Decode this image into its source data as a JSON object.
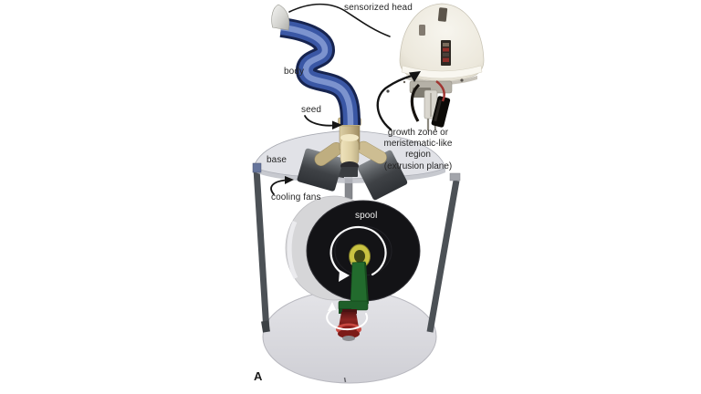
{
  "panel": {
    "label": "A"
  },
  "annotations": {
    "sensorized_head": "sensorized head",
    "body": "body",
    "seed": "seed",
    "base": "base",
    "cooling_fans": "cooling fans",
    "spool": "spool",
    "growth_zone": {
      "l1": "growth zone or",
      "l2": "meristematic-like",
      "l3": "region",
      "l4": "(extrusion plane)"
    }
  },
  "icons": {
    "sensorized_head_leader": "curved-leader-line",
    "seed_leader": "curved-arrow",
    "cooling_fans_leader": "curved-arrow",
    "growth_zone_arrow": "curved-arrow",
    "spool_rotation": "circular-rotation-arrow",
    "motor_rotation": "circular-rotation-arrow"
  },
  "colors": {
    "background": "#ffffff",
    "label_text": "#262626",
    "spool_label_text": "#f2f2f2",
    "body_tube": "#3a57a5",
    "head_tip": "#d9d9d5",
    "seed_tan": "#c4b386",
    "platform": "#d8dae0",
    "legs": "#4c5156",
    "cooling_fan": "#4a4d51",
    "spool_flange": "#131316",
    "filament": "#d6d6d8",
    "hub_yellow": "#c9c342",
    "arm_green": "#226b2d",
    "motor_red": "#9a2b26",
    "floor": "#dadade",
    "annotation_arrow": "#141414",
    "rotation_arrow": "#ffffff"
  }
}
